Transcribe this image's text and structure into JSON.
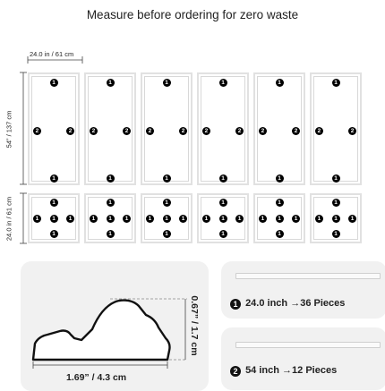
{
  "title": "Measure before ordering for zero waste",
  "width_label": "24.0 in / 61 cm",
  "tall_height_label": "54” / 137 cm",
  "short_height_label": "24.0 in / 61 cm",
  "profile_height_label": "0.67” / 1.7 cm",
  "profile_width_label": "1.69” / 4.3 cm",
  "tall_panel_markers": [
    "1",
    "2",
    "2",
    "1"
  ],
  "short_panel_markers": [
    "1",
    "1",
    "1",
    "1",
    "1"
  ],
  "options": [
    {
      "badge": "1",
      "length": "24.0 inch",
      "pieces": "→36 Pieces"
    },
    {
      "badge": "2",
      "length": "54 inch",
      "pieces": "→12 Pieces"
    }
  ],
  "colors": {
    "panel_border": "#e1e1e1",
    "card_bg": "#f1f1f1",
    "marker": "#000000"
  }
}
